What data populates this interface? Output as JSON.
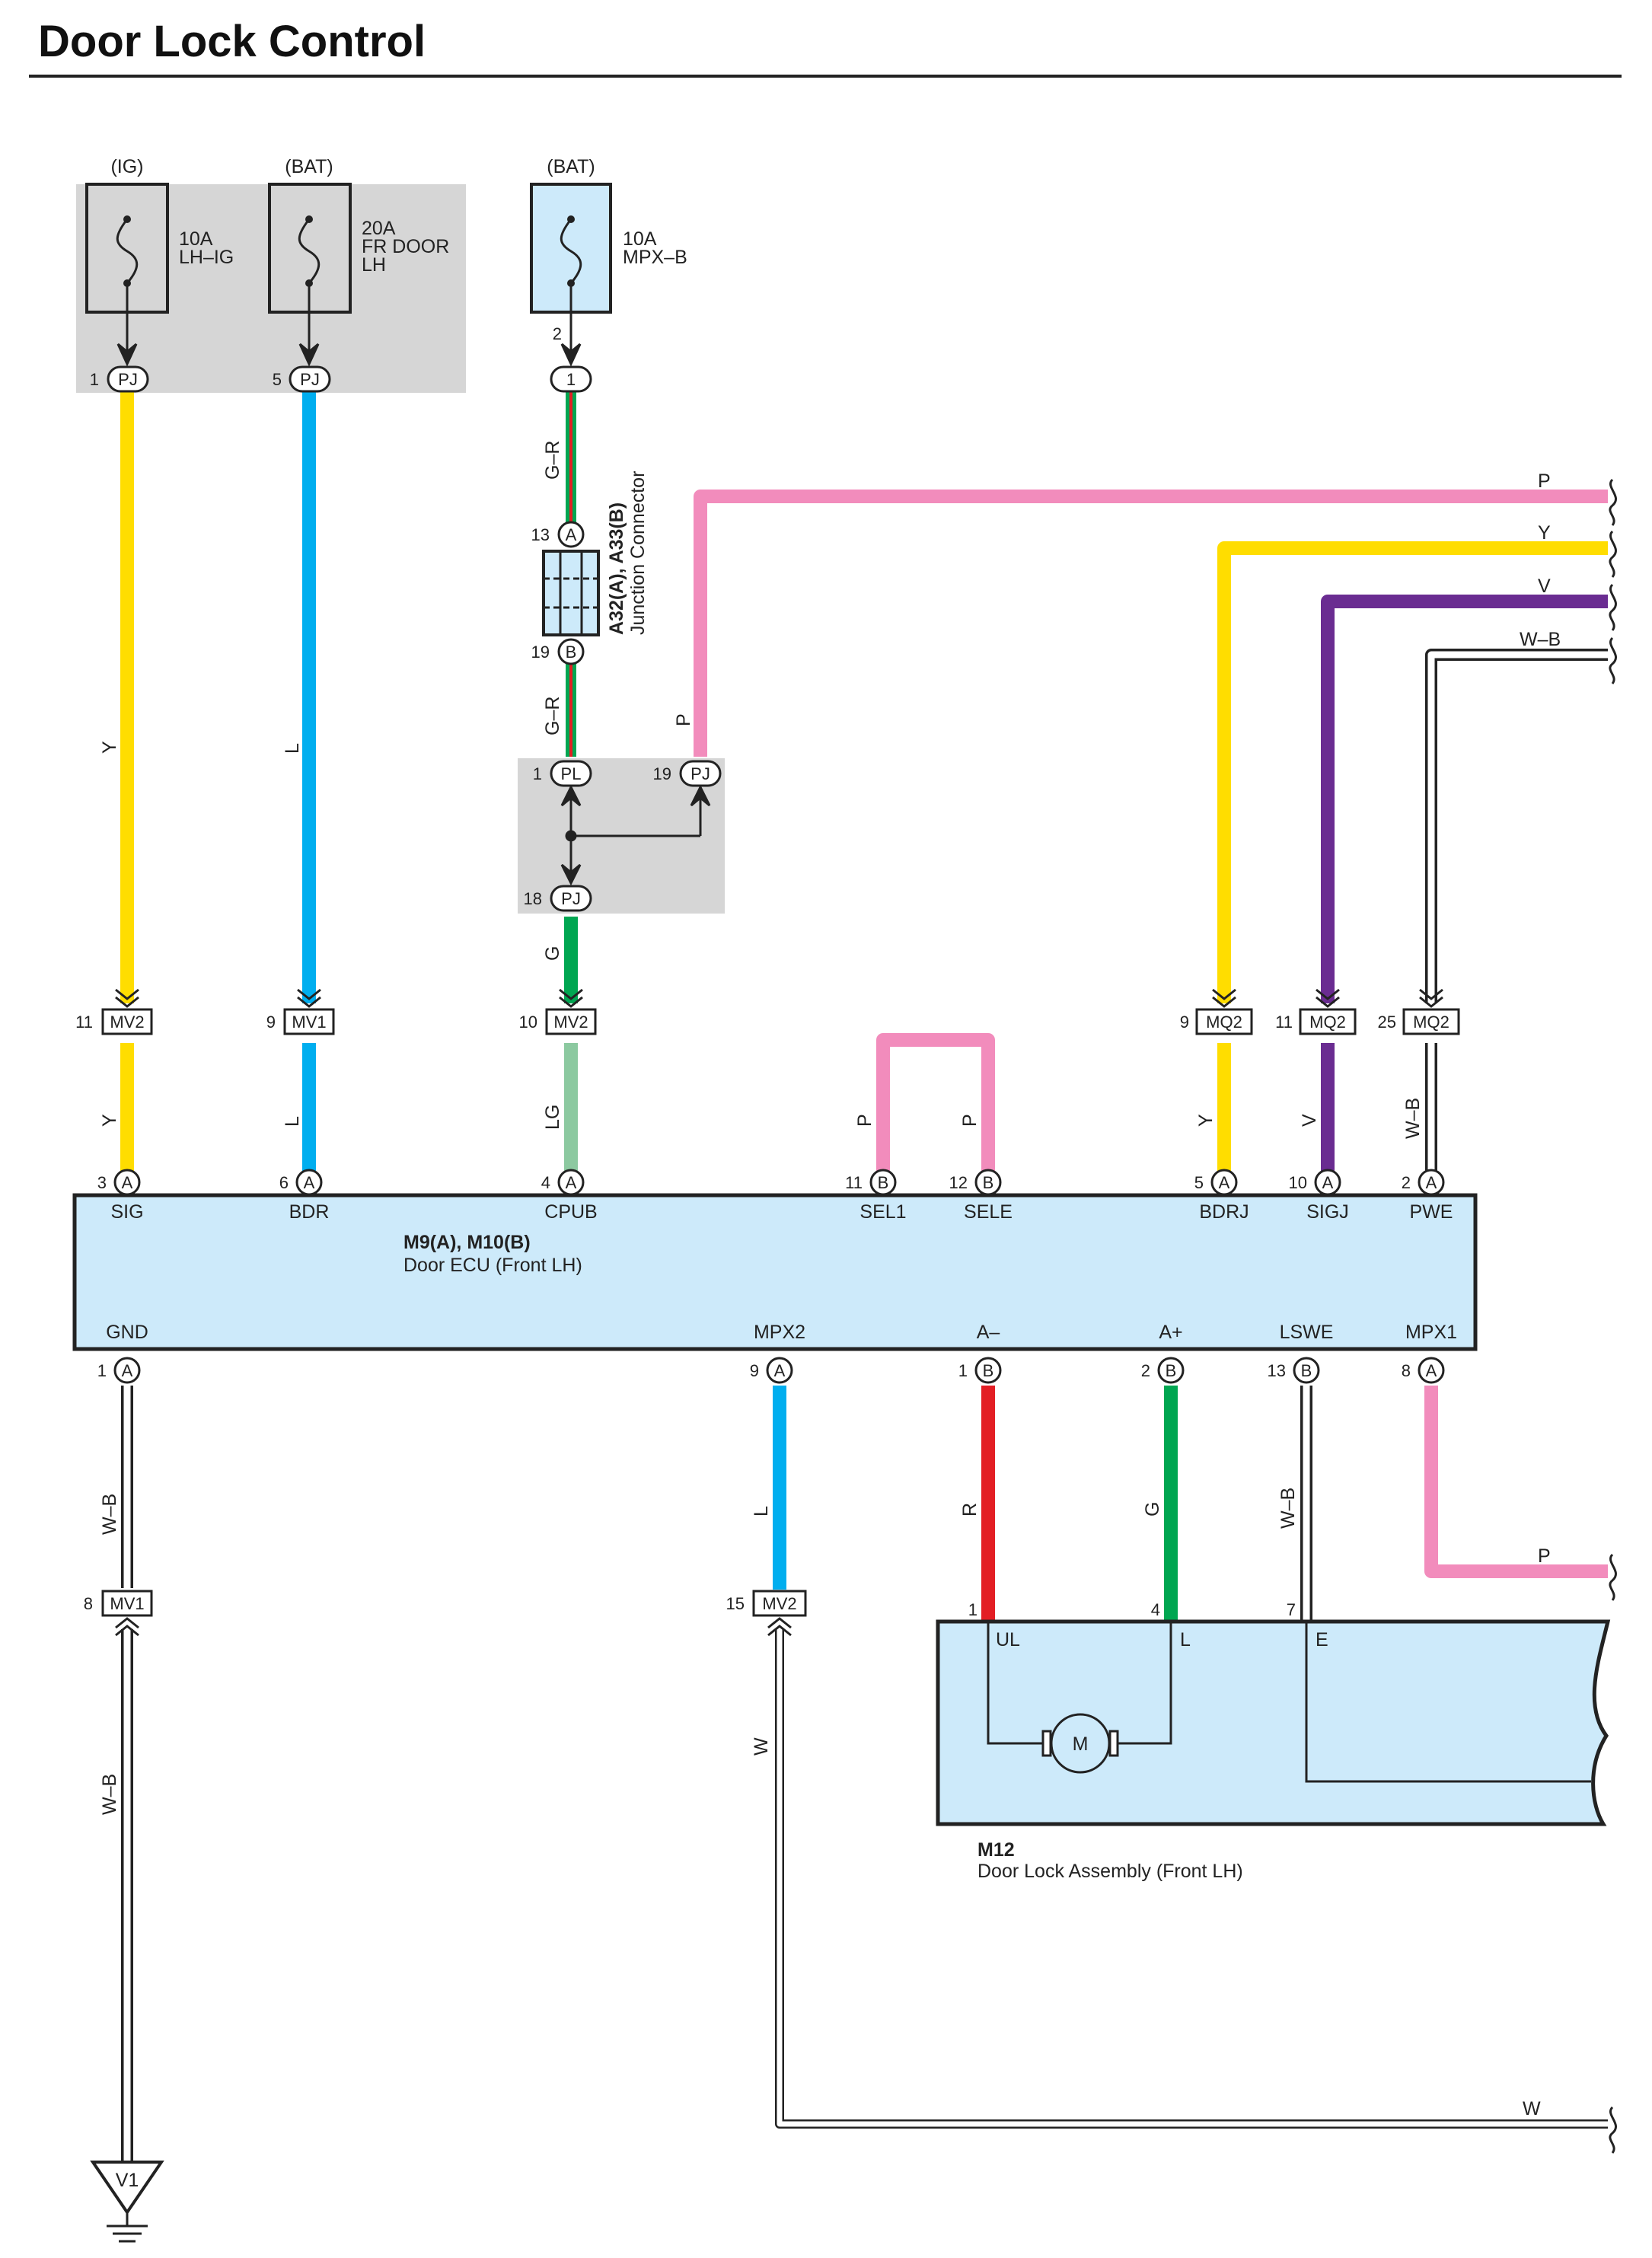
{
  "title": "Door Lock Control",
  "colors": {
    "Y": "#ffdd00",
    "L": "#00aeef",
    "G": "#00a651",
    "LG": "#8cc9a0",
    "P": "#f28cbc",
    "V": "#6a2c91",
    "R": "#e31e24",
    "box": "#cdeafa",
    "gray": "#d6d6d6"
  },
  "fuses": [
    {
      "source": "(IG)",
      "rating": "10A",
      "name": "LH–IG",
      "name2": "",
      "pin": "1",
      "conn": "PJ"
    },
    {
      "source": "(BAT)",
      "rating": "20A",
      "name": "FR DOOR",
      "name2": "LH",
      "pin": "5",
      "conn": "PJ"
    },
    {
      "source": "(BAT)",
      "rating": "10A",
      "name": "MPX–B",
      "name2": "",
      "pin": "2",
      "conn": "1"
    }
  ],
  "junction": {
    "name": "A32(A), A33(B)",
    "desc": "Junction Connector",
    "pin_top": "13",
    "pin_top_conn": "A",
    "pin_bot": "19",
    "pin_bot_conn": "B",
    "wire": "G–R"
  },
  "splice": {
    "p1": "1",
    "c1": "PL",
    "p2": "19",
    "c2": "PJ",
    "p3": "18",
    "c3": "PJ"
  },
  "ecu": {
    "name": "M9(A), M10(B)",
    "desc": "Door ECU (Front LH)",
    "top_pins": [
      {
        "label": "SIG",
        "pin": "3",
        "conn": "A",
        "inline_pin": "11",
        "inline_conn": "MV2",
        "wire_above": "Y",
        "wire_below": "Y"
      },
      {
        "label": "BDR",
        "pin": "6",
        "conn": "A",
        "inline_pin": "9",
        "inline_conn": "MV1",
        "wire_above": "L",
        "wire_below": "L"
      },
      {
        "label": "CPUB",
        "pin": "4",
        "conn": "A",
        "inline_pin": "10",
        "inline_conn": "MV2",
        "wire_above": "G",
        "wire_below": "LG"
      },
      {
        "label": "SEL1",
        "pin": "11",
        "conn": "B",
        "wire_below": "P"
      },
      {
        "label": "SELE",
        "pin": "12",
        "conn": "B",
        "wire_below": "P"
      },
      {
        "label": "BDRJ",
        "pin": "5",
        "conn": "A",
        "inline_pin": "9",
        "inline_conn": "MQ2",
        "wire_below": "Y"
      },
      {
        "label": "SIGJ",
        "pin": "10",
        "conn": "A",
        "inline_pin": "11",
        "inline_conn": "MQ2",
        "wire_below": "V"
      },
      {
        "label": "PWE",
        "pin": "2",
        "conn": "A",
        "inline_pin": "25",
        "inline_conn": "MQ2",
        "wire_below": "W–B"
      }
    ],
    "bottom_pins": [
      {
        "label": "GND",
        "pin": "1",
        "conn": "A",
        "wire": "W–B"
      },
      {
        "label": "MPX2",
        "pin": "9",
        "conn": "A",
        "wire": "L"
      },
      {
        "label": "A–",
        "pin": "1",
        "conn": "B",
        "wire": "R"
      },
      {
        "label": "A+",
        "pin": "2",
        "conn": "B",
        "wire": "G"
      },
      {
        "label": "LSWE",
        "pin": "13",
        "conn": "B",
        "wire": "W–B"
      },
      {
        "label": "MPX1",
        "pin": "8",
        "conn": "A",
        "wire": "P"
      }
    ]
  },
  "right_wires": [
    "P",
    "Y",
    "V",
    "W–B"
  ],
  "right_wire_p_bottom": "P",
  "right_wire_w": "W",
  "p_wire_label": "P",
  "lower_inline": [
    {
      "pin": "8",
      "conn": "MV1",
      "wire_below": "W–B"
    },
    {
      "pin": "15",
      "conn": "MV2",
      "wire_below": "W"
    }
  ],
  "door_lock": {
    "name": "M12",
    "desc": "Door Lock Assembly (Front LH)",
    "pins": [
      {
        "pin": "1",
        "label": "UL"
      },
      {
        "pin": "4",
        "label": "L"
      },
      {
        "pin": "7",
        "label": "E"
      }
    ],
    "motor": "M"
  },
  "ground": {
    "label": "V1"
  }
}
